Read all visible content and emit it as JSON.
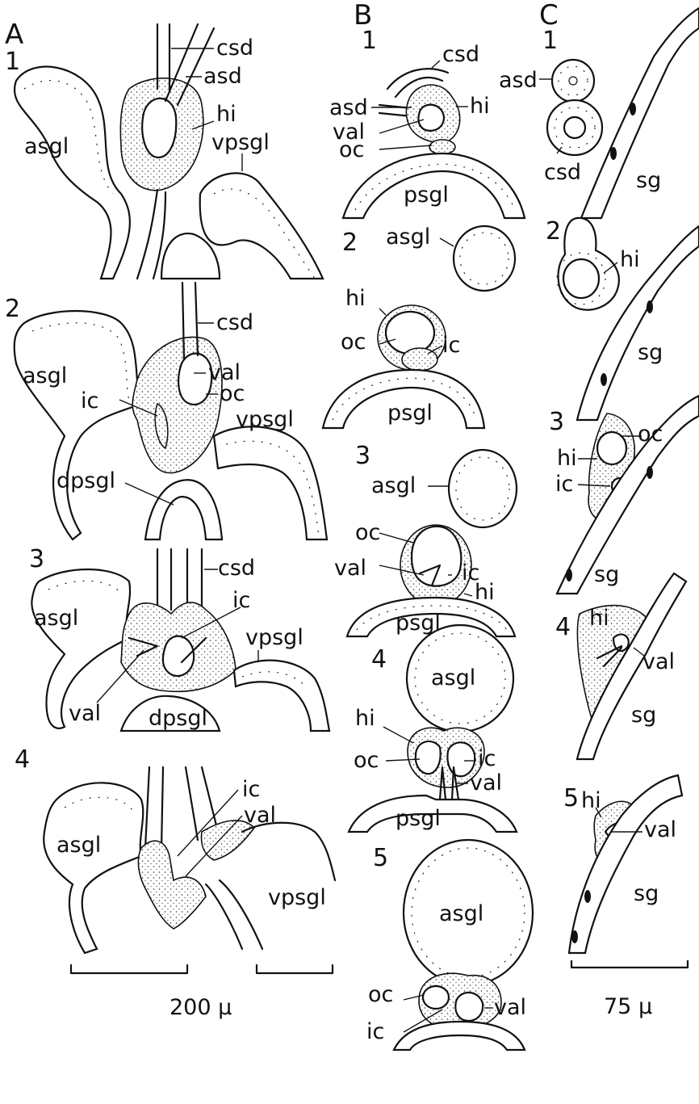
{
  "figure": {
    "columns": {
      "A": "A",
      "B": "B",
      "C": "C"
    },
    "panel_numbers": {
      "n1": "1",
      "n2": "2",
      "n3": "3",
      "n4": "4",
      "n5": "5"
    },
    "labels": {
      "asgl": "asgl",
      "csd": "csd",
      "asd": "asd",
      "hi": "hi",
      "vpsgl": "vpsgl",
      "dpsgl": "dpsgl",
      "psgl": "psgl",
      "val": "val",
      "oc": "oc",
      "ic": "ic",
      "sg": "sg"
    },
    "scale_bars": {
      "A": "200 µ",
      "C": "75 µ"
    }
  }
}
